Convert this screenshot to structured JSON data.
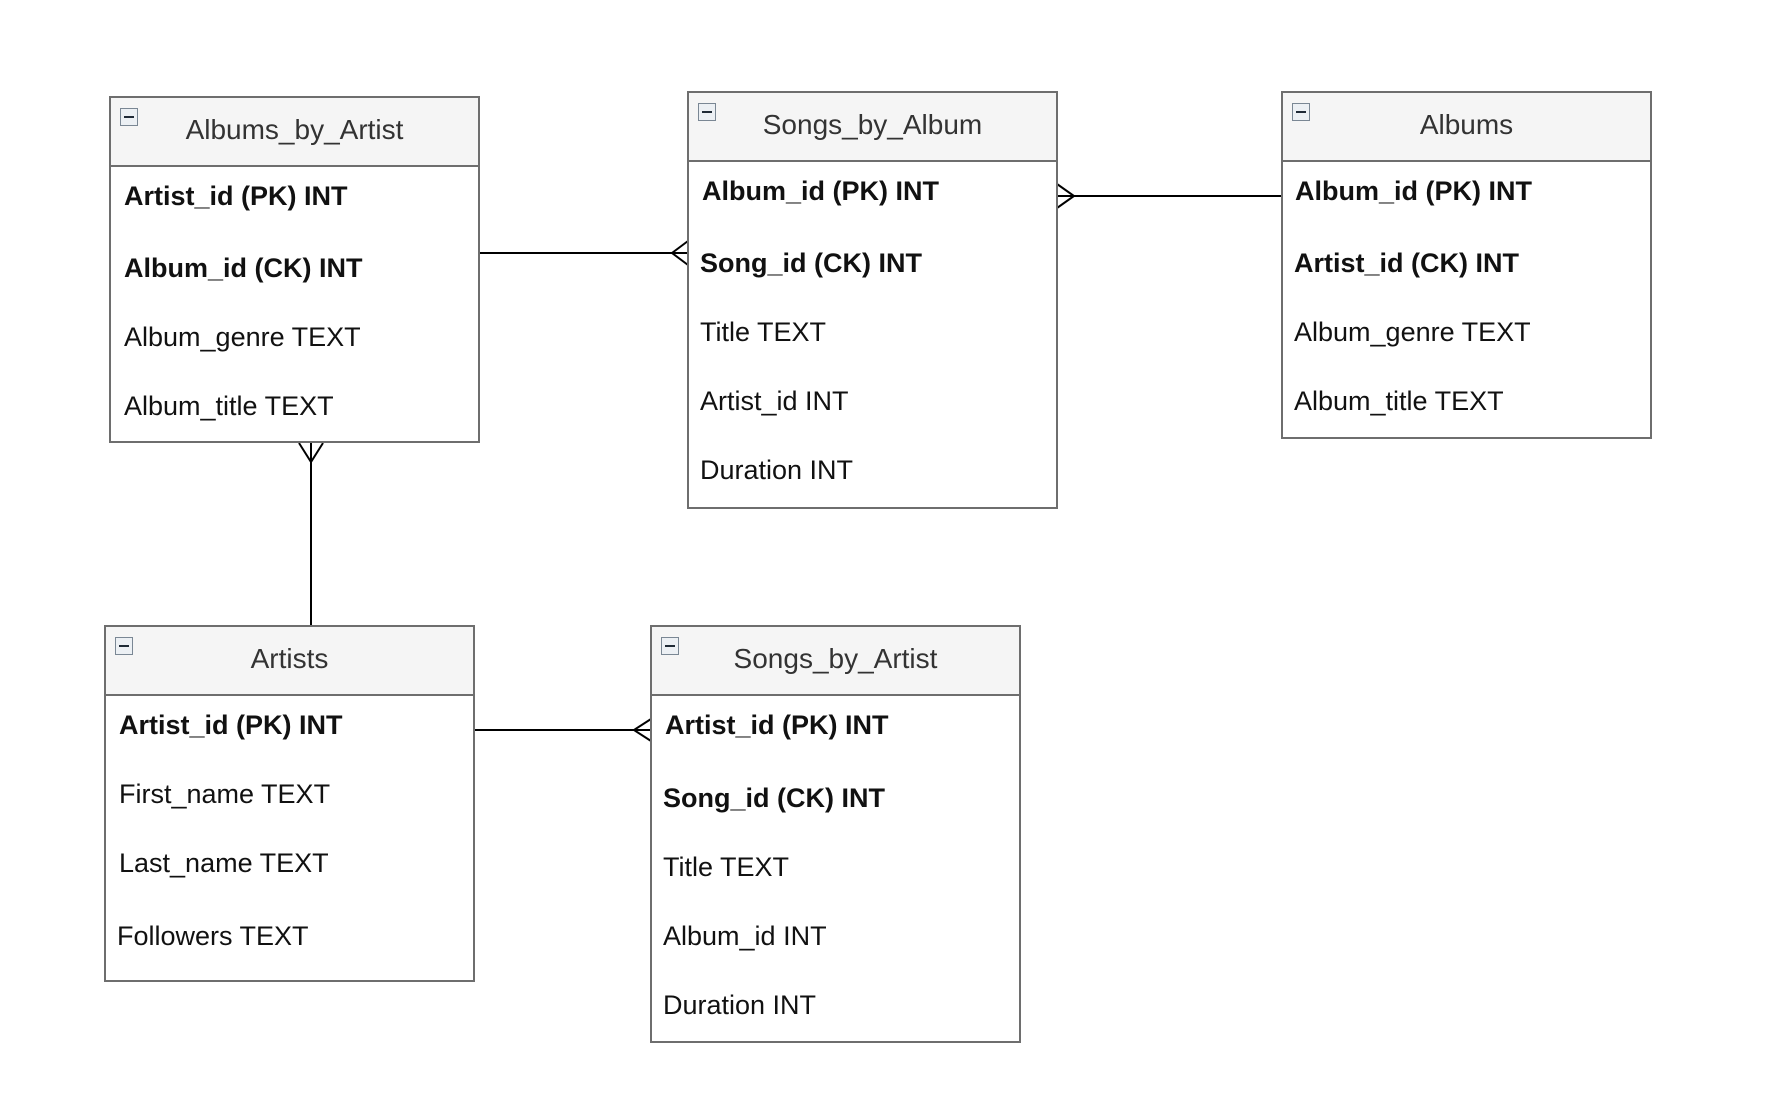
{
  "entities": {
    "albums_by_artist": {
      "title": "Albums_by_Artist",
      "fields": [
        {
          "label": "Artist_id (PK) INT",
          "key": true
        },
        {
          "label": "Album_id (CK) INT",
          "key": true
        },
        {
          "label": "Album_genre TEXT",
          "key": false
        },
        {
          "label": "Album_title TEXT",
          "key": false
        }
      ]
    },
    "songs_by_album": {
      "title": "Songs_by_Album",
      "fields": [
        {
          "label": "Album_id (PK) INT",
          "key": true
        },
        {
          "label": "Song_id (CK) INT",
          "key": true
        },
        {
          "label": "Title TEXT",
          "key": false
        },
        {
          "label": "Artist_id INT",
          "key": false
        },
        {
          "label": "Duration INT",
          "key": false
        }
      ]
    },
    "albums": {
      "title": "Albums",
      "fields": [
        {
          "label": "Album_id (PK) INT",
          "key": true
        },
        {
          "label": "Artist_id (CK) INT",
          "key": true
        },
        {
          "label": "Album_genre TEXT",
          "key": false
        },
        {
          "label": "Album_title TEXT",
          "key": false
        }
      ]
    },
    "artists": {
      "title": "Artists",
      "fields": [
        {
          "label": "Artist_id (PK) INT",
          "key": true
        },
        {
          "label": "First_name TEXT",
          "key": false
        },
        {
          "label": "Last_name TEXT",
          "key": false
        },
        {
          "label": "Followers TEXT",
          "key": false
        }
      ]
    },
    "songs_by_artist": {
      "title": "Songs_by_Artist",
      "fields": [
        {
          "label": "Artist_id (PK) INT",
          "key": true
        },
        {
          "label": "Song_id (CK) INT",
          "key": true
        },
        {
          "label": "Title TEXT",
          "key": false
        },
        {
          "label": "Album_id INT",
          "key": false
        },
        {
          "label": "Duration INT",
          "key": false
        }
      ]
    }
  },
  "relationships": [
    {
      "from": "Albums_by_Artist",
      "to": "Songs_by_Album",
      "to_end": "many"
    },
    {
      "from": "Albums",
      "to": "Songs_by_Album",
      "to_end": "many"
    },
    {
      "from": "Artists",
      "to": "Albums_by_Artist",
      "to_end": "many"
    },
    {
      "from": "Artists",
      "to": "Songs_by_Artist",
      "to_end": "many"
    }
  ],
  "icons": {
    "collapse": "minus-square-icon",
    "connector_end": "crows-foot-many-icon"
  },
  "colors": {
    "border": "#6e6e6e",
    "header_bg": "#f5f5f5",
    "line": "#000000"
  }
}
